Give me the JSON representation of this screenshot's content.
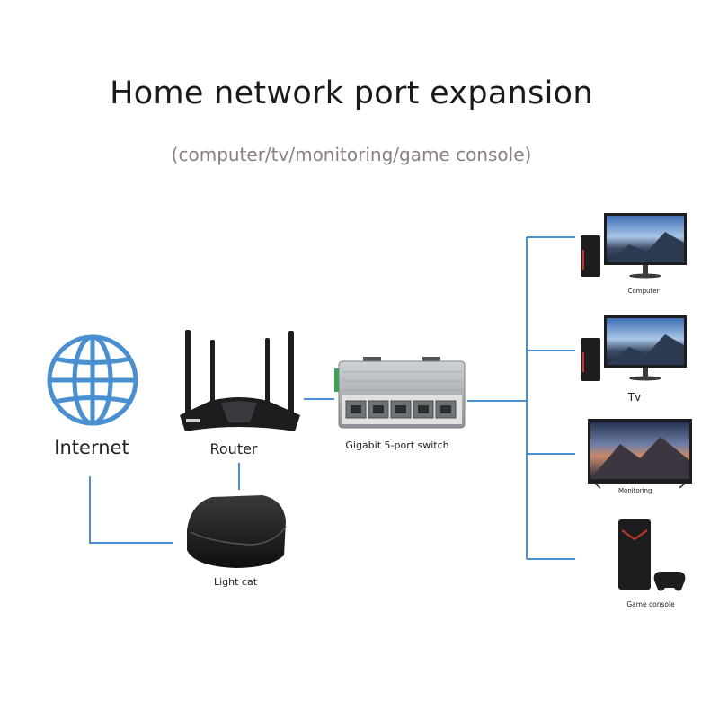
{
  "title": "Home network port expansion",
  "subtitle": "(computer/tv/monitoring/game console)",
  "nodes": {
    "internet": "Internet",
    "router": "Router",
    "switch": "Gigabit 5-port switch",
    "light_cat": "Light cat",
    "computer": "Computer",
    "tv": "Tv",
    "monitoring": "Monitoring",
    "game_console": "Game console"
  },
  "colors": {
    "connector": "#4a8fcf",
    "globe": "#4a8fcf",
    "device_dark": "#1d1d1f",
    "switch_body": "#b9bcbf"
  }
}
